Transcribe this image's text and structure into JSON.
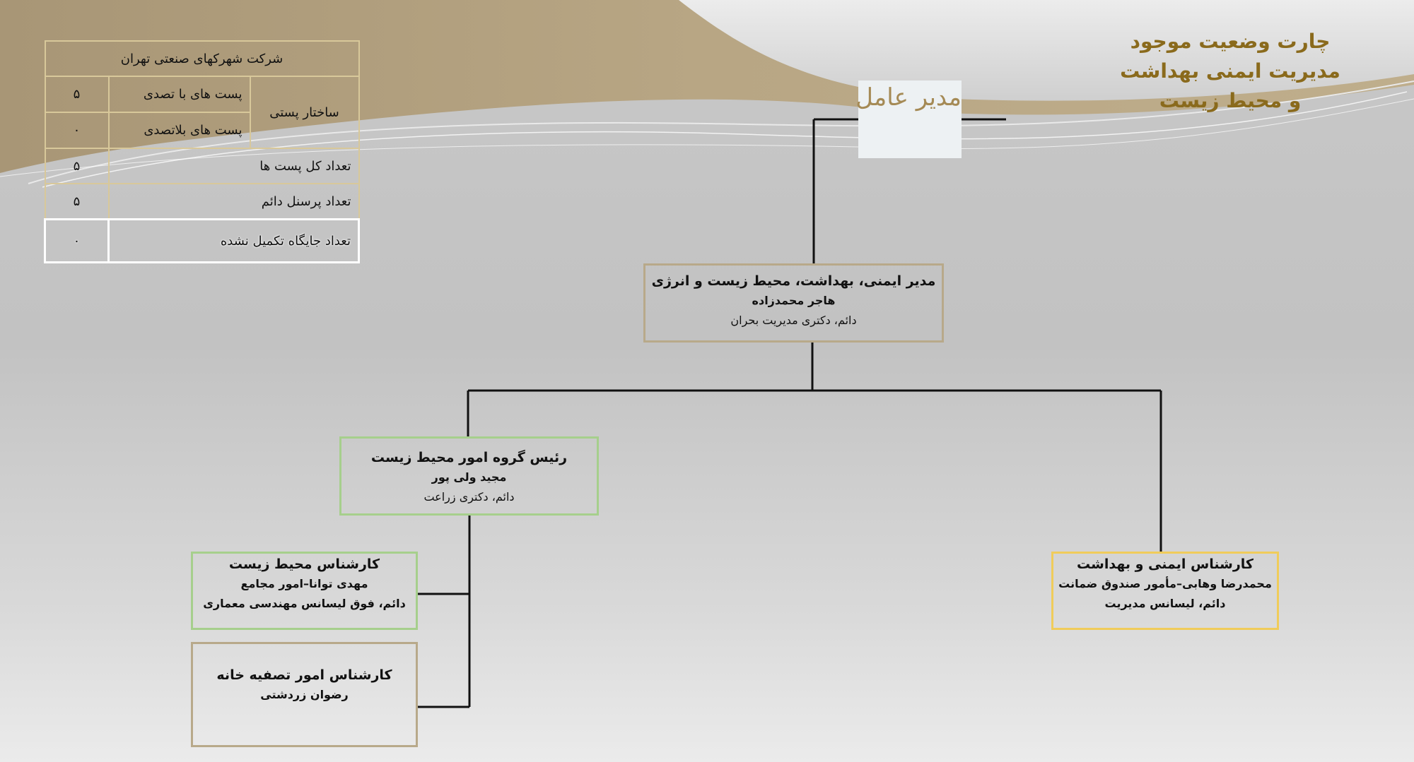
{
  "title": {
    "line1": "چارت وضعیت موجود",
    "line2": "مدیریت ایمنی بهداشت",
    "line3": "و محیط زیست"
  },
  "ceo": {
    "label": "مدیر عامل"
  },
  "table": {
    "company": "شرکت شهرکهای صنعتی تهران",
    "structure_label": "ساختار پستی",
    "rows": [
      {
        "label": "پست های با تصدی",
        "value": "۵"
      },
      {
        "label": "پست های بلاتصدی",
        "value": "۰"
      },
      {
        "label": "تعداد کل پست ها",
        "value": "۵"
      },
      {
        "label": "تعداد پرسنل دائم",
        "value": "۵"
      },
      {
        "label": "تعداد جایگاه تکمیل نشده",
        "value": "۰"
      }
    ]
  },
  "nodes": {
    "main": {
      "title": "مدیر ایمنی، بهداشت، محیط زیست و انرژی",
      "name": "هاجر محمدزاده",
      "info": "دائم، دکتری  مدیریت بحران"
    },
    "env_head": {
      "title": "رئیس گروه امور محیط زیست",
      "name": "مجید ولی پور",
      "info": "دائم، دکتری زراعت"
    },
    "env_expert": {
      "title": "کارشناس محیط زیست",
      "name": "مهدی توانا–امور مجامع",
      "info": "دائم، فوق لیسانس مهندسی معماری"
    },
    "wastewater": {
      "title": "کارشناس امور تصفیه خانه",
      "name": "رضوان زردشتی"
    },
    "hse_expert": {
      "title": "کارشناس ایمنی و بهداشت",
      "name": "محمدرضا وهابی–مأمور صندوق ضمانت",
      "info": "دائم، لیسانس مدیریت"
    }
  },
  "colors": {
    "title": "#8a6a1c",
    "gold_border": "#b8a98a",
    "green_border": "#a6cf8c",
    "yellow_border": "#f0cc5a",
    "connector": "#111111"
  }
}
